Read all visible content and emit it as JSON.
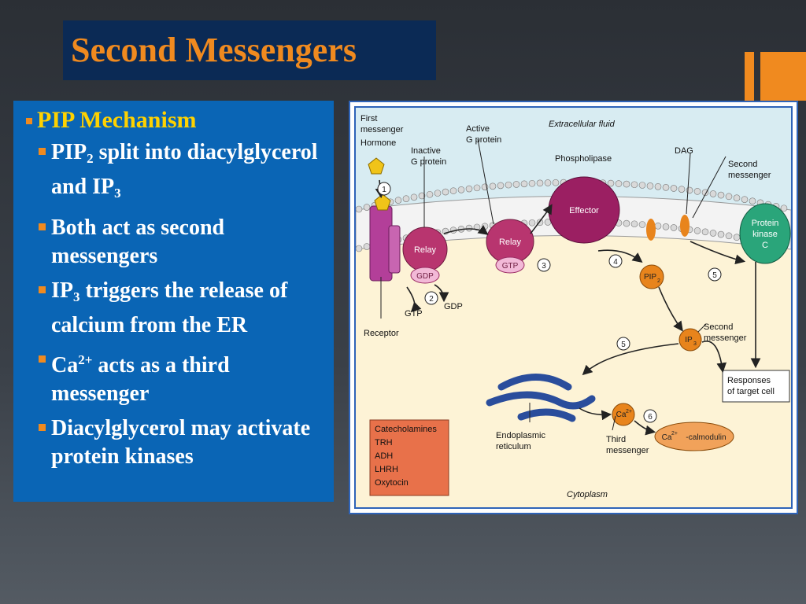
{
  "slide": {
    "title": "Second Messengers",
    "bullets": {
      "heading": "PIP Mechanism",
      "items": [
        {
          "parts": [
            "PIP",
            "2",
            " split into diacylglycerol and IP",
            "3"
          ]
        },
        {
          "text": "Both act as second messengers"
        },
        {
          "parts": [
            "IP",
            "3",
            " triggers the release of calcium from the ER"
          ]
        },
        {
          "parts": [
            "Ca",
            "2+",
            " acts as a third messenger"
          ]
        },
        {
          "text": "Diacylglycerol may activate protein kinases"
        }
      ]
    }
  },
  "figure": {
    "labels": {
      "first_messenger": "First",
      "first_messenger2": "messenger",
      "hormone": "Hormone",
      "extracellular": "Extracellular fluid",
      "inactive": "Inactive",
      "g_protein": "G protein",
      "active": "Active",
      "phospholipase": "Phospholipase",
      "dag": "DAG",
      "second": "Second",
      "messenger": "messenger",
      "effector": "Effector",
      "relay": "Relay",
      "gdp": "GDP",
      "gtp": "GTP",
      "pip": "PIP",
      "pip_sub": "2",
      "protein": "Protein",
      "kinase": "kinase",
      "c": "C",
      "receptor": "Receptor",
      "ip": "IP",
      "ip_sub": "3",
      "responses": "Responses",
      "of_target": "of target cell",
      "endoplasmic": "Endoplasmic",
      "reticulum": "reticulum",
      "third": "Third",
      "ca": "Ca",
      "ca_sup": "2+",
      "calmodulin": "-calmodulin",
      "cytoplasm": "Cytoplasm",
      "steps": [
        "1",
        "2",
        "3",
        "4",
        "5",
        "5",
        "6"
      ]
    },
    "hormones": [
      "Catecholamines",
      "TRH",
      "ADH",
      "LHRH",
      "Oxytocin"
    ],
    "colors": {
      "membrane_head": "#d9d9d9",
      "relay": "#b8356f",
      "effector": "#9b1f62",
      "kinase": "#2aa57a",
      "receptor": "#b33f99",
      "orange": "#e8841c",
      "er": "#2a4d9c",
      "hormone_box": "#e8714a"
    }
  }
}
